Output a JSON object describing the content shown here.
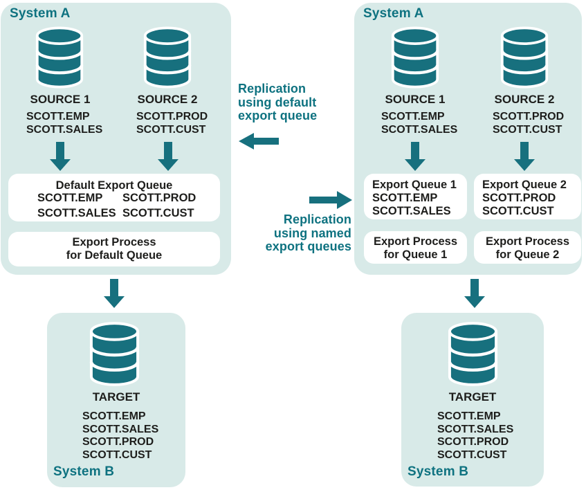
{
  "colors": {
    "teal": "#17707E",
    "teal_text": "#0E7280",
    "panel_bg": "#D8EAE8",
    "box_bg": "#FFFFFF",
    "ink": "#1D1D1B",
    "canvas": "#FFFFFF"
  },
  "icons": {
    "database": "cylinder-stack",
    "down_arrow": "solid-down-arrow",
    "left_arrow": "solid-left-arrow",
    "right_arrow": "solid-right-arrow"
  },
  "left_diagram": {
    "system_a": {
      "title": "System A",
      "source1": {
        "label": "SOURCE 1",
        "tables": [
          "SCOTT.EMP",
          "SCOTT.SALES"
        ]
      },
      "source2": {
        "label": "SOURCE 2",
        "tables": [
          "SCOTT.PROD",
          "SCOTT.CUST"
        ]
      },
      "queue_box": {
        "title": "Default Export Queue",
        "col1": [
          "SCOTT.EMP",
          "SCOTT.SALES"
        ],
        "col2": [
          "SCOTT.PROD",
          "SCOTT.CUST"
        ]
      },
      "process_box": [
        "Export Process",
        "for Default Queue"
      ]
    },
    "system_b": {
      "title": "System B",
      "target_label": "TARGET",
      "tables": [
        "SCOTT.EMP",
        "SCOTT.SALES",
        "SCOTT.PROD",
        "SCOTT.CUST"
      ]
    }
  },
  "center": {
    "default_label": [
      "Replication",
      "using default",
      "export queue"
    ],
    "named_label": [
      "Replication",
      "using named",
      "export queues"
    ]
  },
  "right_diagram": {
    "system_a": {
      "title": "System A",
      "source1": {
        "label": "SOURCE 1",
        "tables": [
          "SCOTT.EMP",
          "SCOTT.SALES"
        ]
      },
      "source2": {
        "label": "SOURCE 2",
        "tables": [
          "SCOTT.PROD",
          "SCOTT.CUST"
        ]
      },
      "queue_box1": [
        "Export Queue 1",
        "SCOTT.EMP",
        "SCOTT.SALES"
      ],
      "queue_box2": [
        "Export Queue 2",
        "SCOTT.PROD",
        "SCOTT.CUST"
      ],
      "process_box1": [
        "Export Process",
        "for Queue 1"
      ],
      "process_box2": [
        "Export Process",
        "for Queue 2"
      ]
    },
    "system_b": {
      "title": "System B",
      "target_label": "TARGET",
      "tables": [
        "SCOTT.EMP",
        "SCOTT.SALES",
        "SCOTT.PROD",
        "SCOTT.CUST"
      ]
    }
  }
}
